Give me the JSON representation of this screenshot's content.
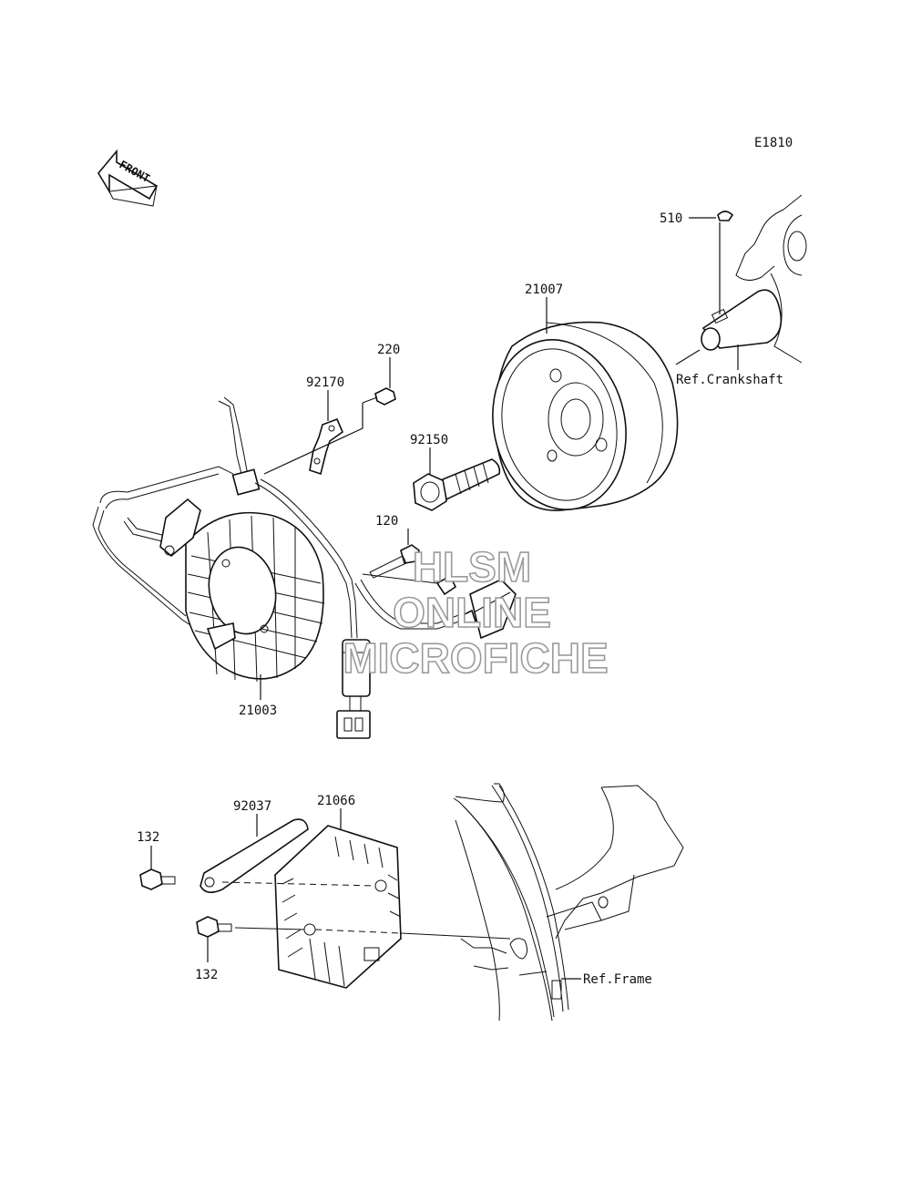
{
  "diagram_code": "E1810",
  "front_label": "FRONT",
  "parts": [
    {
      "id": "p510",
      "number": "510"
    },
    {
      "id": "p21007",
      "number": "21007"
    },
    {
      "id": "p220",
      "number": "220"
    },
    {
      "id": "p92170",
      "number": "92170"
    },
    {
      "id": "p92150",
      "number": "92150"
    },
    {
      "id": "p120",
      "number": "120"
    },
    {
      "id": "p21003",
      "number": "21003"
    },
    {
      "id": "p92037",
      "number": "92037"
    },
    {
      "id": "p21066",
      "number": "21066"
    },
    {
      "id": "p132a",
      "number": "132"
    },
    {
      "id": "p132b",
      "number": "132"
    }
  ],
  "references": {
    "crankshaft": "Ref.Crankshaft",
    "frame": "Ref.Frame"
  },
  "watermark": {
    "line1": "HLSM",
    "line2": "ONLINE",
    "line3": "MICROFICHE"
  }
}
